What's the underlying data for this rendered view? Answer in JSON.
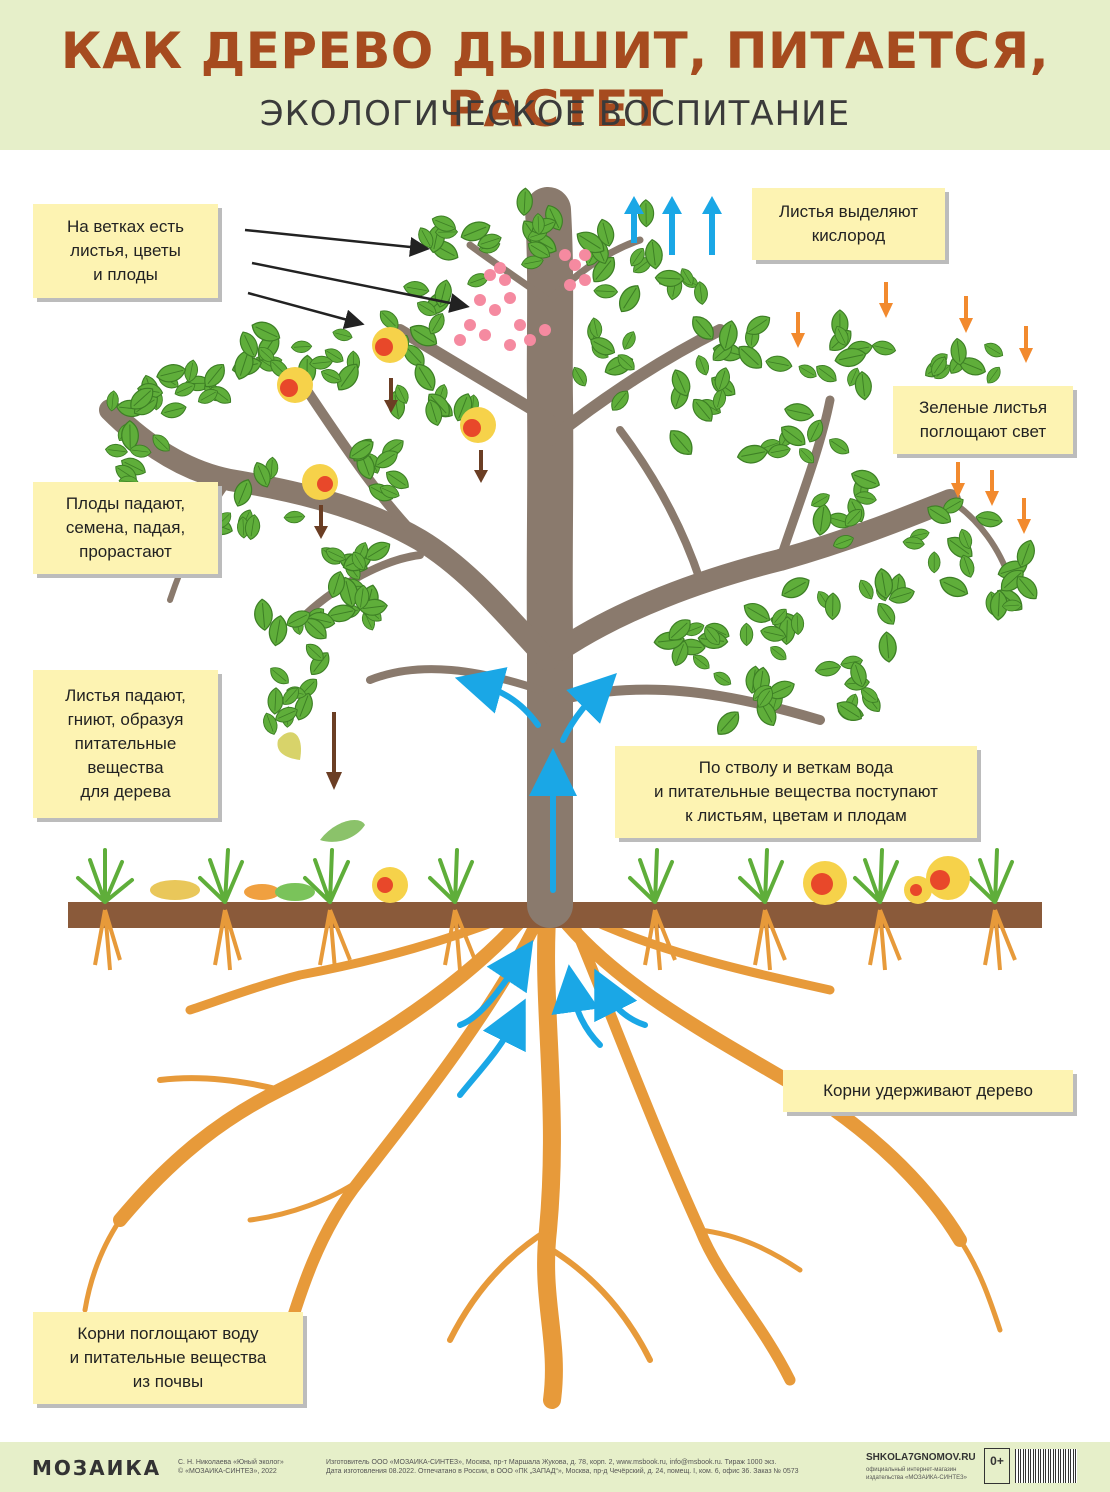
{
  "header": {
    "title": "КАК ДЕРЕВО ДЫШИТ, ПИТАЕТСЯ, РАСТЕТ",
    "subtitle": "ЭКОЛОГИЧЕСКОЕ ВОСПИТАНИЕ"
  },
  "labels": {
    "branches": "На ветках есть\nлистья, цветы\nи плоды",
    "oxygen": "Листья выделяют\nкислород",
    "light": "Зеленые листья\nпоглощают свет",
    "fruits_fall": "Плоды падают,\nсемена, падая,\nпрорастают",
    "leaves_fall": "Листья падают,\nгниют, образуя\nпитательные\nвещества\nдля дерева",
    "trunk": "По стволу и веткам вода\nи питательные вещества поступают\nк листьям, цветам и плодам",
    "roots_hold": "Корни удерживают дерево",
    "roots_absorb": "Корни поглощают воду\nи питательные вещества\nиз почвы"
  },
  "footer": {
    "logo": "МОЗАИКА",
    "author": "С. Н. Николаева «Юный эколог»\n© «МОЗАИКА-СИНТЕЗ», 2022",
    "imprint": "Изготовитель ООО «МОЗАИКА-СИНТЕЗ», Москва, пр-т Маршала Жукова, д. 78, корп. 2, www.msbook.ru, info@msbook.ru. Тираж 1000 экз.\nДата изготовления 08.2022. Отпечатано в России, в ООО «ПК „ЗАПАД“», Москва, пр-д Чечёрский, д. 24, помещ. I, ком. 6, офис 36. Заказ № 0573",
    "site": "SHKOLA7GNOMOV.RU",
    "site_sub": "официальный интернет-магазин\nиздательства «МОЗАИКА-СИНТЕЗ»",
    "age": "0+"
  },
  "colors": {
    "title": "#a64b1f",
    "header_bg": "#e6efc9",
    "label_bg": "#fdf3b2",
    "leaf": "#5fae3a",
    "trunk": "#8a7a6d",
    "root": "#e79a3a",
    "soil": "#8a5a3a",
    "arrow_blue": "#1aa7e6",
    "arrow_orange": "#f28a2e",
    "arrow_brown": "#6b3e24"
  }
}
